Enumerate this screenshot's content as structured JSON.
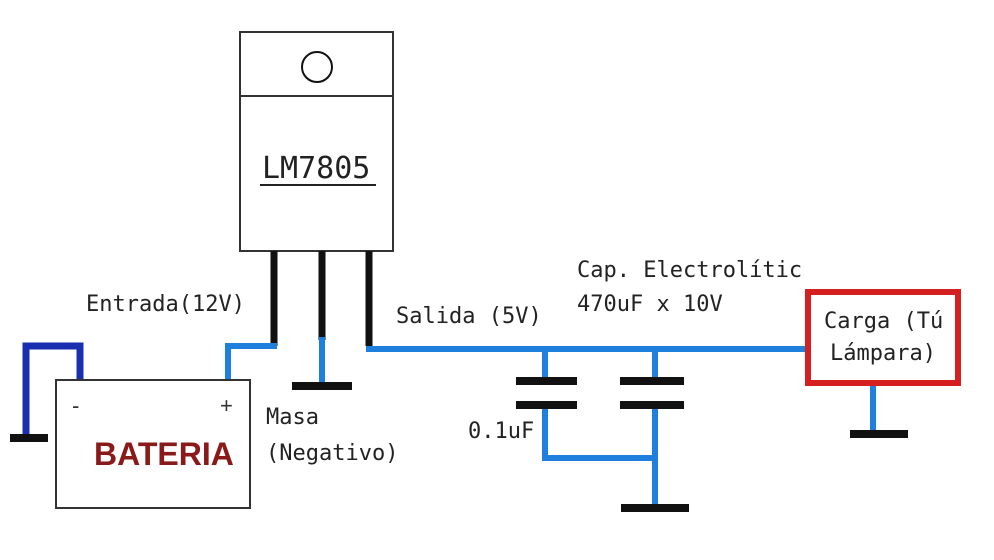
{
  "regulator": {
    "name": "LM7805"
  },
  "battery": {
    "label": "BATERIA",
    "minus": "-",
    "plus": "+"
  },
  "labels": {
    "input": "Entrada(12V)",
    "output": "Salida (5V)",
    "ground_line1": "Masa",
    "ground_line2": "(Negativo)",
    "cap_small": "0.1uF",
    "cap_elec_line1": "Cap. Electrolític",
    "cap_elec_line2": "470uF x 10V",
    "load_line1": "Carga (Tú",
    "load_line2": "Lámpara)"
  },
  "colors": {
    "wire": "#1e7fdc",
    "pin": "#111111",
    "ground": "#111111",
    "outline": "#333333",
    "load_border": "#d42020",
    "battery_text": "#8a1a1a",
    "battery_left_wire": "#1a2fb0"
  }
}
